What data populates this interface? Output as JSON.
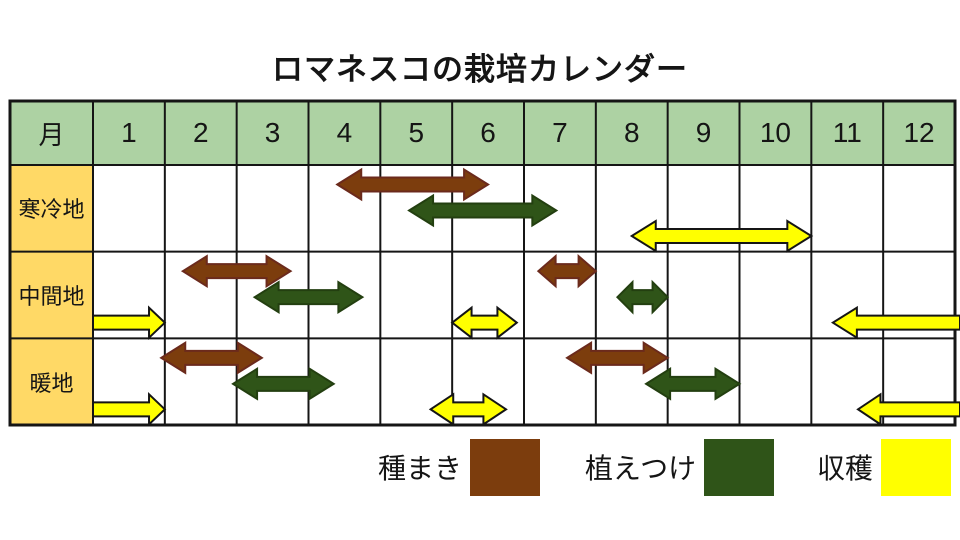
{
  "title": "ロマネスコの栽培カレンダー",
  "table": {
    "corner_label": "月",
    "months": [
      "1",
      "2",
      "3",
      "4",
      "5",
      "6",
      "7",
      "8",
      "9",
      "10",
      "11",
      "12"
    ],
    "regions": [
      "寒冷地",
      "中間地",
      "暖地"
    ],
    "colors": {
      "header_bg": "#ADD2A3",
      "region_bg": "#FFD966",
      "cell_bg": "#FFFFFF",
      "grid_line": "#151515"
    }
  },
  "legend": {
    "items": [
      {
        "label": "種まき",
        "type": "sow",
        "color": "#7C3D0D"
      },
      {
        "label": "植えつけ",
        "type": "plant",
        "color": "#2F5418"
      },
      {
        "label": "収穫",
        "type": "harvest",
        "color": "#FFFF00"
      }
    ]
  },
  "chart_data": {
    "type": "gantt",
    "title": "ロマネスコの栽培カレンダー",
    "x_unit": "month",
    "x_range": [
      1,
      13
    ],
    "categories": [
      "寒冷地",
      "中間地",
      "暖地"
    ],
    "styles": {
      "sow": {
        "fill": "#7C3D0D",
        "stroke": "#6B2A1C"
      },
      "plant": {
        "fill": "#2F5418",
        "stroke": "#233F10"
      },
      "harvest": {
        "fill": "#FFFF00",
        "stroke": "#151515"
      }
    },
    "tasks": [
      {
        "region": "寒冷地",
        "task": "種まき",
        "type": "sow",
        "start": 4.4,
        "end": 6.5,
        "heads": "both"
      },
      {
        "region": "寒冷地",
        "task": "植えつけ",
        "type": "plant",
        "start": 5.4,
        "end": 7.45,
        "heads": "both"
      },
      {
        "region": "寒冷地",
        "task": "収穫",
        "type": "harvest",
        "start": 8.5,
        "end": 11.0,
        "heads": "both"
      },
      {
        "region": "中間地",
        "task": "種まき",
        "type": "sow",
        "start": 2.25,
        "end": 3.75,
        "heads": "both"
      },
      {
        "region": "中間地",
        "task": "種まき",
        "type": "sow",
        "start": 7.2,
        "end": 8.0,
        "heads": "both"
      },
      {
        "region": "中間地",
        "task": "植えつけ",
        "type": "plant",
        "start": 3.25,
        "end": 4.75,
        "heads": "both"
      },
      {
        "region": "中間地",
        "task": "植えつけ",
        "type": "plant",
        "start": 8.3,
        "end": 9.0,
        "heads": "both"
      },
      {
        "region": "中間地",
        "task": "収穫",
        "type": "harvest",
        "start": 1.0,
        "end": 2.0,
        "heads": "right"
      },
      {
        "region": "中間地",
        "task": "収穫",
        "type": "harvest",
        "start": 6.0,
        "end": 6.9,
        "heads": "both"
      },
      {
        "region": "中間地",
        "task": "収穫",
        "type": "harvest",
        "start": 11.3,
        "end": 13.1,
        "heads": "left"
      },
      {
        "region": "暖地",
        "task": "種まき",
        "type": "sow",
        "start": 1.95,
        "end": 3.35,
        "heads": "both"
      },
      {
        "region": "暖地",
        "task": "種まき",
        "type": "sow",
        "start": 7.6,
        "end": 9.0,
        "heads": "both"
      },
      {
        "region": "暖地",
        "task": "植えつけ",
        "type": "plant",
        "start": 2.95,
        "end": 4.35,
        "heads": "both"
      },
      {
        "region": "暖地",
        "task": "植えつけ",
        "type": "plant",
        "start": 8.7,
        "end": 10.0,
        "heads": "both"
      },
      {
        "region": "暖地",
        "task": "収穫",
        "type": "harvest",
        "start": 1.0,
        "end": 2.0,
        "heads": "right"
      },
      {
        "region": "暖地",
        "task": "収穫",
        "type": "harvest",
        "start": 5.7,
        "end": 6.75,
        "heads": "both"
      },
      {
        "region": "暖地",
        "task": "収穫",
        "type": "harvest",
        "start": 11.65,
        "end": 13.1,
        "heads": "left"
      }
    ],
    "legend_position": "bottom",
    "grid": true
  }
}
